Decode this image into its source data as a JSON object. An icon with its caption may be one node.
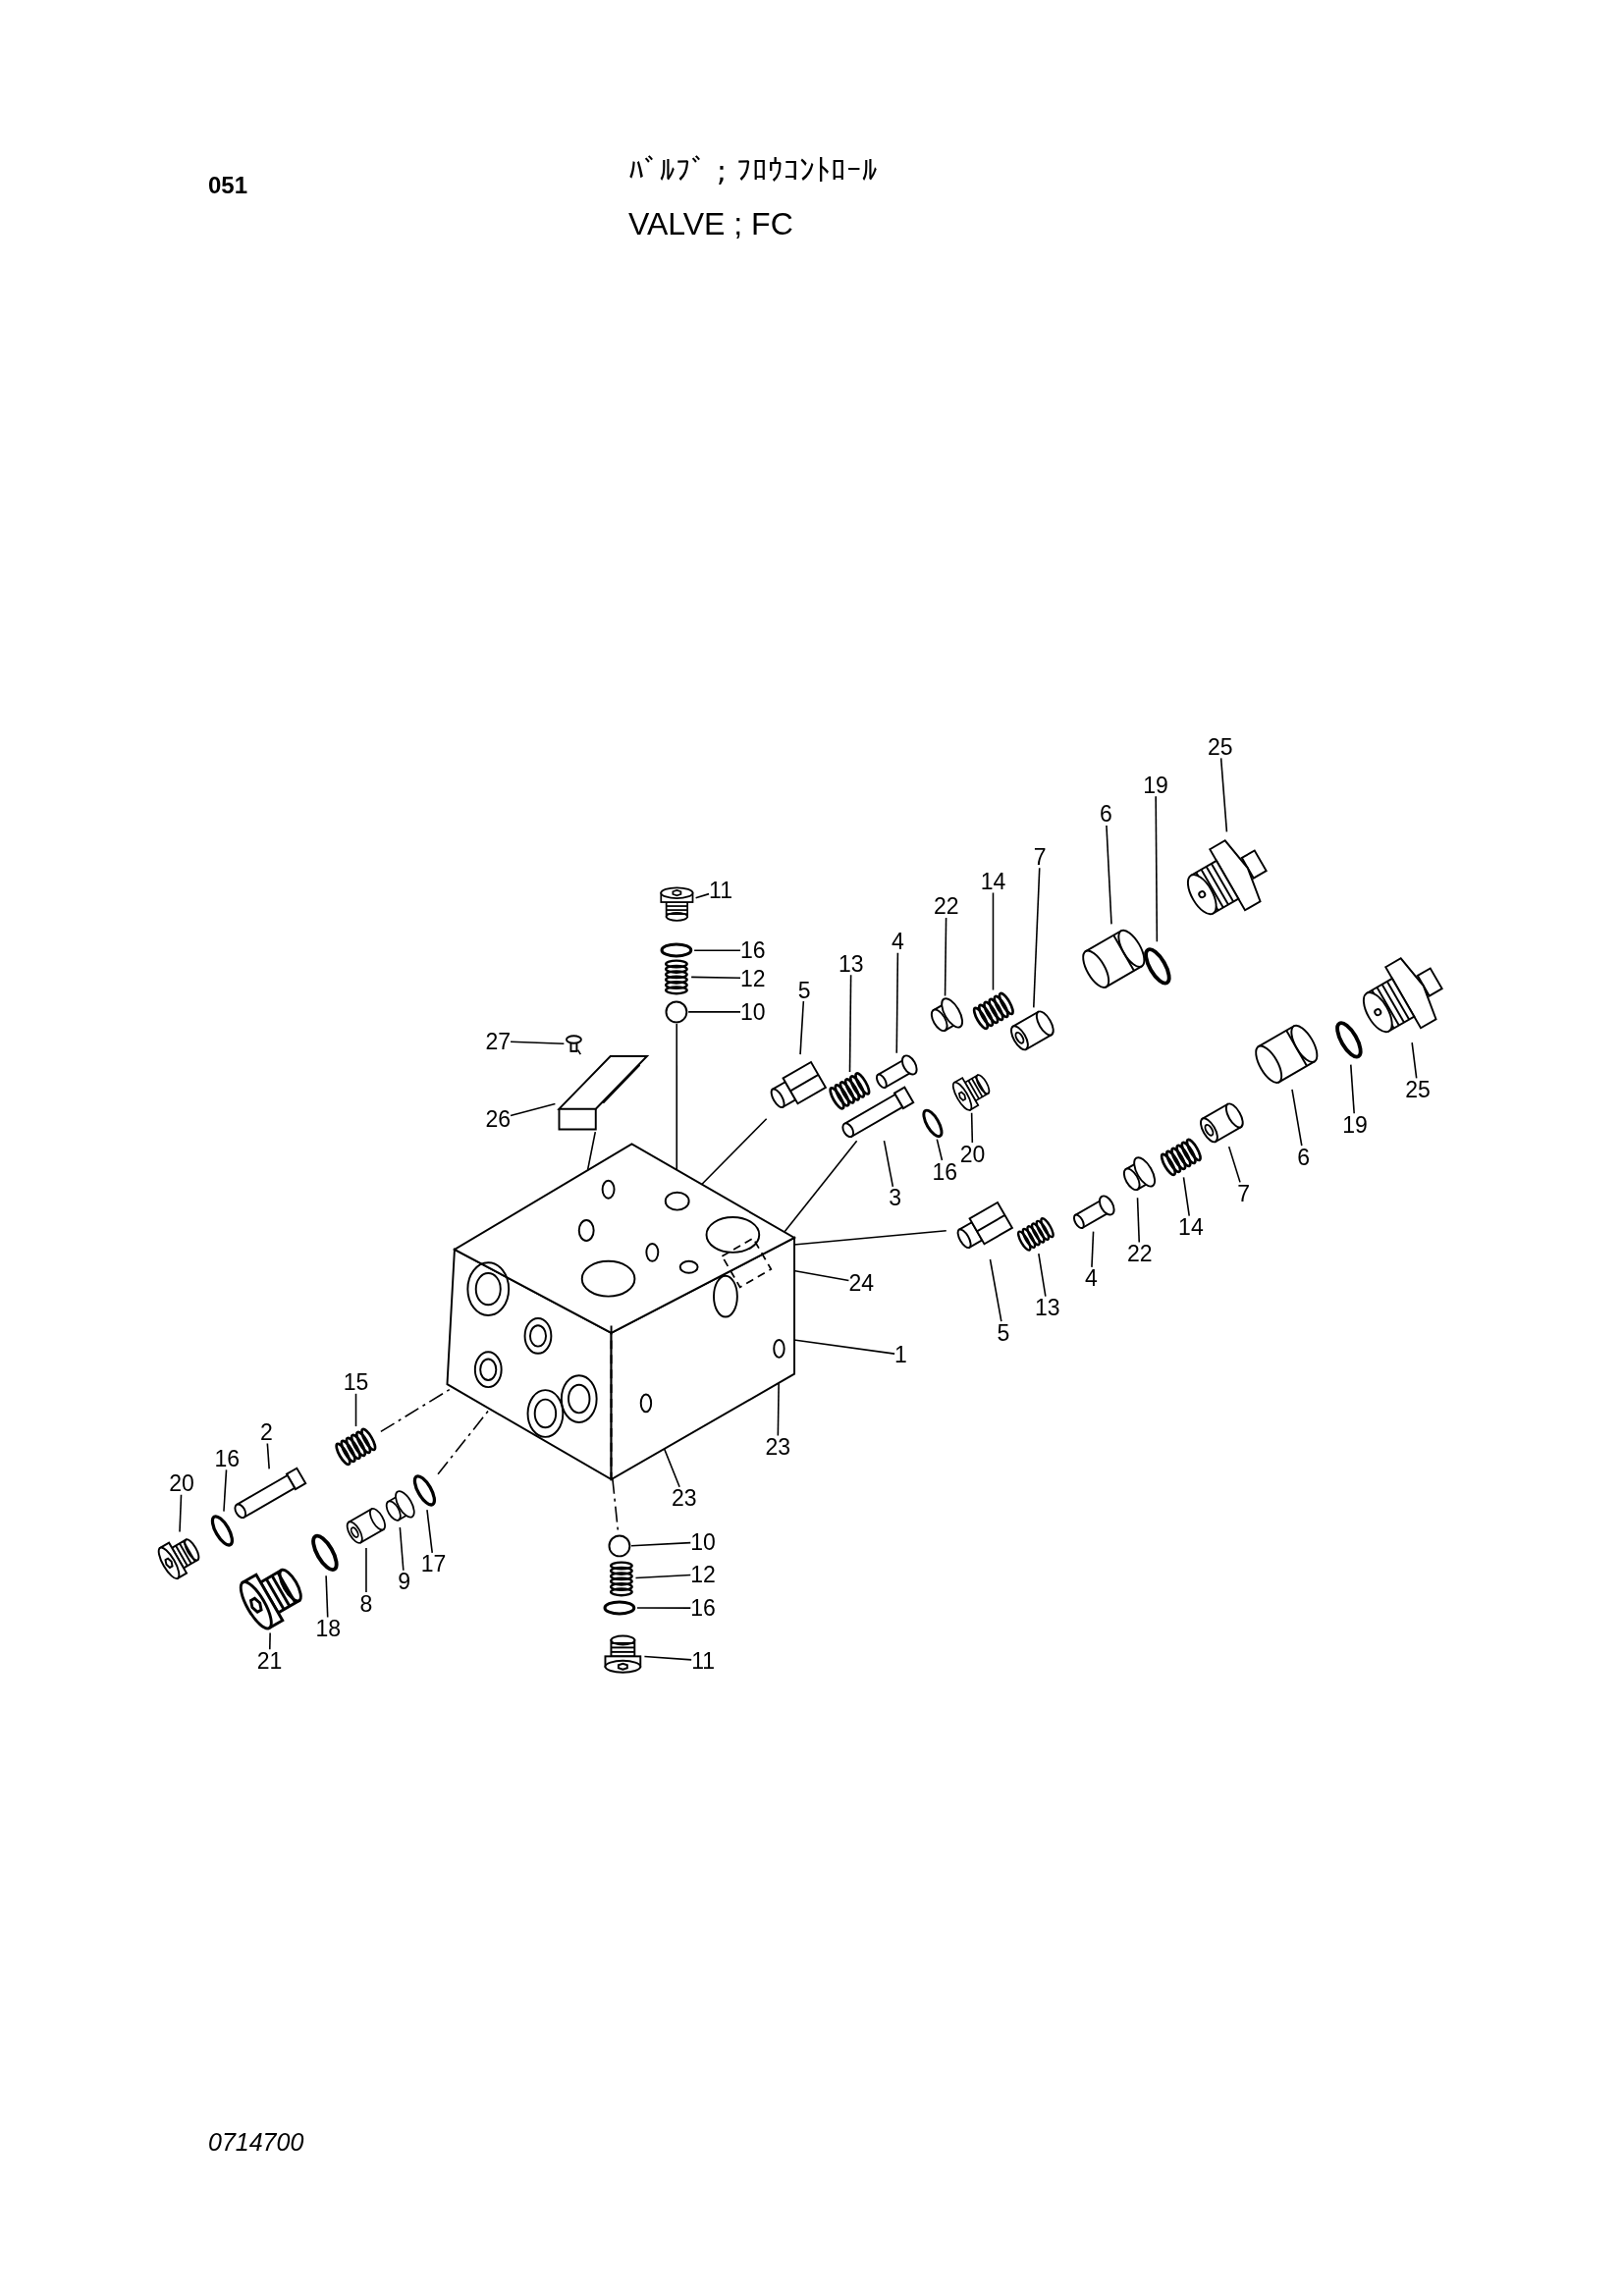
{
  "diagram": {
    "title": "ﾊﾞﾙﾌﾞ ; ﾌﾛｳｺﾝﾄﾛｰﾙ",
    "nodes": [
      {
        "text": [
          "11"
        ]
      },
      {
        "text": [],
        "shape": "picture"
      },
      {
        "text": [
          "16"
        ]
      },
      {
        "text": [],
        "shape": "circle"
      },
      {
        "text": [
          "12"
        ]
      },
      {
        "text": [],
        "shape": "picture"
      },
      {
        "text": [
          "10"
        ]
      },
      {
        "text": [],
        "shape": "circle"
      },
      {
        "text": [
          "27"
        ]
      },
      {
        "text": [],
        "shape": "picture"
      },
      {
        "text": [
          "26"
        ]
      },
      {
        "text": [],
        "shape": "picture"
      },
      {
        "text": [
          "5"
        ]
      },
      {
        "text": [],
        "shape": "picture"
      },
      {
        "text": [
          "13"
        ]
      },
      {
        "text": [],
        "shape": "picture"
      },
      {
        "text": [
          "4"
        ]
      },
      {
        "text": [],
        "shape": "picture"
      },
      {
        "text": [
          "22"
        ]
      },
      {
        "text": [],
        "shape": "picture"
      },
      {
        "text": [
          "14"
        ]
      },
      {
        "text": [],
        "shape": "picture"
      },
      {
        "text": [
          "7"
        ]
      },
      {
        "text": [],
        "shape": "picture"
      },
      {
        "text": [
          "6"
        ]
      },
      {
        "text": [],
        "shape": "picture"
      },
      {
        "text": [
          "19"
        ]
      },
      {
        "text": [],
        "shape": "circle"
      },
      {
        "text": [
          "25"
        ]
      },
      {
        "text": [],
        "shape": "picture"
      },
      {
        "text": [
          "3"
        ]
      },
      {
        "text": [],
        "shape": "picture"
      },
      {
        "text": [
          "16"
        ]
      },
      {
        "text": [],
        "shape": "circle"
      },
      {
        "text": [
          "20"
        ]
      },
      {
        "text": [],
        "shape": "picture"
      },
      {
        "text": [
          "5"
        ]
      },
      {
        "text": [],
        "shape": "picture"
      },
      {
        "text": [
          "13"
        ]
      },
      {
        "text": [],
        "shape": "picture"
      },
      {
        "text": [
          "4"
        ]
      },
      {
        "text": [],
        "shape": "picture"
      },
      {
        "text": [
          "22"
        ]
      },
      {
        "text": [],
        "shape": "picture"
      },
      {
        "text": [
          "14"
        ]
      },
      {
        "text": [],
        "shape": "picture"
      },
      {
        "text": [
          "7"
        ]
      },
      {
        "text": [],
        "shape": "picture"
      },
      {
        "text": [
          "6"
        ]
      },
      {
        "text": [],
        "shape": "picture"
      },
      {
        "text": [
          "19"
        ]
      },
      {
        "text": [],
        "shape": "circle"
      },
      {
        "text": [
          "25"
        ]
      },
      {
        "text": [],
        "shape": "picture"
      },
      {
        "text": [],
        "shape": "picture"
      },
      {
        "text": [
          "1"
        ]
      },
      {
        "text": [
          "24"
        ]
      },
      {
        "text": [],
        "shape": "box",
        "in": 54
      },
      {
        "text": [
          "23"
        ]
      },
      {
        "text": [],
        "shape": "circle"
      },
      {
        "text": [
          "23"
        ]
      },
      {
        "text": [],
        "shape": "circle"
      },
      {
        "text": [
          "15"
        ]
      },
      {
        "text": [],
        "shape": "picture"
      },
      {
        "text": [
          "2"
        ]
      },
      {
        "text": [],
        "shape": "picture"
      },
      {
        "text": [
          "16"
        ]
      },
      {
        "text": [],
        "shape": "circle"
      },
      {
        "text": [
          "20"
        ]
      },
      {
        "text": [],
        "shape": "picture"
      },
      {
        "text": [
          "21"
        ]
      },
      {
        "text": [],
        "shape": "picture"
      },
      {
        "text": [
          "18"
        ]
      },
      {
        "text": [],
        "shape": "circle"
      },
      {
        "text": [
          "8"
        ]
      },
      {
        "text": [],
        "shape": "picture"
      },
      {
        "text": [
          "9"
        ]
      },
      {
        "text": [],
        "shape": "picture"
      },
      {
        "text": [
          "17"
        ]
      },
      {
        "text": [],
        "shape": "circle"
      },
      {
        "text": [
          "10"
        ]
      },
      {
        "text": [],
        "shape": "circle"
      },
      {
        "text": [
          "12"
        ]
      },
      {
        "text": [],
        "shape": "picture"
      },
      {
        "text": [
          "16"
        ]
      },
      {
        "text": [],
        "shape": "circle"
      },
      {
        "text": [
          "11"
        ]
      },
      {
        "text": [],
        "shape": "picture"
      }
    ],
    "edges": [
      {
        "from": 0,
        "to": 1,
        "arrow": "none"
      },
      {
        "from": 2,
        "to": 3,
        "arrow": "none"
      },
      {
        "from": 4,
        "to": 5,
        "arrow": "none"
      },
      {
        "from": 6,
        "to": 7,
        "arrow": "none"
      },
      {
        "from": 8,
        "to": 9,
        "arrow": "none"
      },
      {
        "from": 10,
        "to": 11,
        "arrow": "none"
      },
      {
        "from": 12,
        "to": 13,
        "arrow": "none"
      },
      {
        "from": 14,
        "to": 15,
        "arrow": "none"
      },
      {
        "from": 16,
        "to": 17,
        "arrow": "none"
      },
      {
        "from": 18,
        "to": 19,
        "arrow": "none"
      },
      {
        "from": 20,
        "to": 21,
        "arrow": "none"
      },
      {
        "from": 22,
        "to": 23,
        "arrow": "none"
      },
      {
        "from": 24,
        "to": 25,
        "arrow": "none"
      },
      {
        "from": 26,
        "to": 27,
        "arrow": "none"
      },
      {
        "from": 28,
        "to": 29,
        "arrow": "none"
      },
      {
        "from": 30,
        "to": 31,
        "arrow": "none"
      },
      {
        "from": 32,
        "to": 33,
        "arrow": "none"
      },
      {
        "from": 34,
        "to": 35,
        "arrow": "none"
      },
      {
        "from": 36,
        "to": 37,
        "arrow": "none"
      },
      {
        "from": 38,
        "to": 39,
        "arrow": "none"
      },
      {
        "from": 40,
        "to": 41,
        "arrow": "none"
      },
      {
        "from": 42,
        "to": 43,
        "arrow": "none"
      },
      {
        "from": 44,
        "to": 45,
        "arrow": "none"
      },
      {
        "from": 46,
        "to": 47,
        "arrow": "none"
      },
      {
        "from": 48,
        "to": 49,
        "arrow": "none"
      },
      {
        "from": 50,
        "to": 51,
        "arrow": "none"
      },
      {
        "from": 52,
        "to": 53,
        "arrow": "none"
      },
      {
        "from": 55,
        "to": 54,
        "arrow": "none"
      },
      {
        "from": 56,
        "to": 57,
        "arrow": "none"
      },
      {
        "from": 58,
        "to": 59,
        "arrow": "none"
      },
      {
        "from": 60,
        "to": 61,
        "arrow": "none"
      },
      {
        "from": 62,
        "to": 63,
        "arrow": "none"
      },
      {
        "from": 64,
        "to": 65,
        "arrow": "none"
      },
      {
        "from": 66,
        "to": 67,
        "arrow": "none"
      },
      {
        "from": 68,
        "to": 69,
        "arrow": "none"
      },
      {
        "from": 70,
        "to": 71,
        "arrow": "none"
      },
      {
        "from": 72,
        "to": 73,
        "arrow": "none"
      },
      {
        "from": 74,
        "to": 75,
        "arrow": "none"
      },
      {
        "from": 76,
        "to": 77,
        "arrow": "none"
      },
      {
        "from": 78,
        "to": 79,
        "arrow": "none"
      },
      {
        "from": 80,
        "to": 81,
        "arrow": "none"
      },
      {
        "from": 82,
        "to": 83,
        "arrow": "none"
      },
      {
        "from": 84,
        "to": 85,
        "arrow": "none"
      },
      {
        "from": 86,
        "to": 87,
        "arrow": "none"
      },
      {
        "from": 7,
        "to": 54,
        "arrow": "none"
      },
      {
        "from": 9,
        "to": 11,
        "arrow": "none"
      },
      {
        "from": 11,
        "to": 54,
        "arrow": "none"
      },
      {
        "from": 13,
        "to": 54,
        "arrow": "none"
      },
      {
        "from": 31,
        "to": 54,
        "arrow": "none"
      },
      {
        "from": 37,
        "to": 54,
        "arrow": "none"
      },
      {
        "from": 63,
        "to": 54,
        "arrow": "none",
        "style": "dashed"
      },
      {
        "from": 79,
        "to": 54,
        "arrow": "none",
        "style": "dashed"
      },
      {
        "from": 54,
        "to": 81,
        "arrow": "none",
        "style": "dashed"
      }
    ],
    "labels": [
      "051",
      "VALVE ; FC",
      "0714700"
    ]
  }
}
